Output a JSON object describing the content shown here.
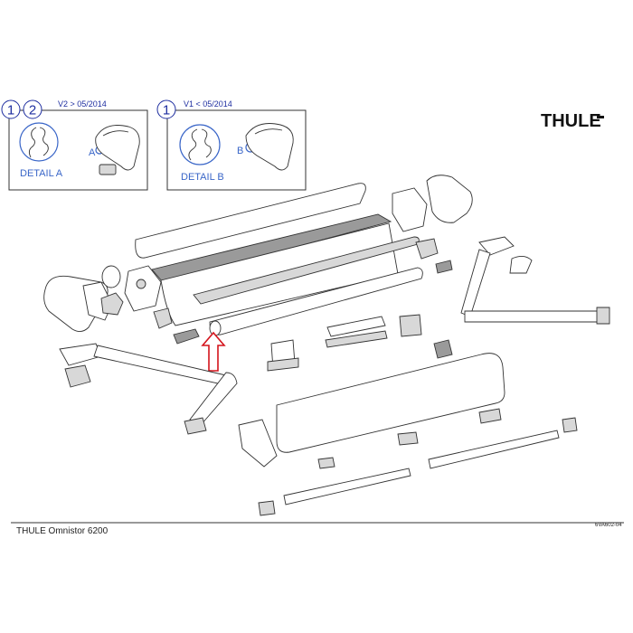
{
  "logo": {
    "text": "THULE"
  },
  "detail_box_left": {
    "badges": [
      "1",
      "2"
    ],
    "version_label": "V2 > 05/2014",
    "detail_label": "DETAIL A",
    "callout_letter": "A"
  },
  "detail_box_right": {
    "badges": [
      "1"
    ],
    "version_label": "V1 < 05/2014",
    "detail_label": "DETAIL B",
    "callout_letter": "B"
  },
  "footer": {
    "title": "THULE Omnistor 6200",
    "code": "6VA602-04"
  },
  "colors": {
    "callout_blue": "#1f2fa0",
    "detail_blue": "#3a66c8",
    "arrow_red": "#d4141c",
    "line": "#333333"
  }
}
